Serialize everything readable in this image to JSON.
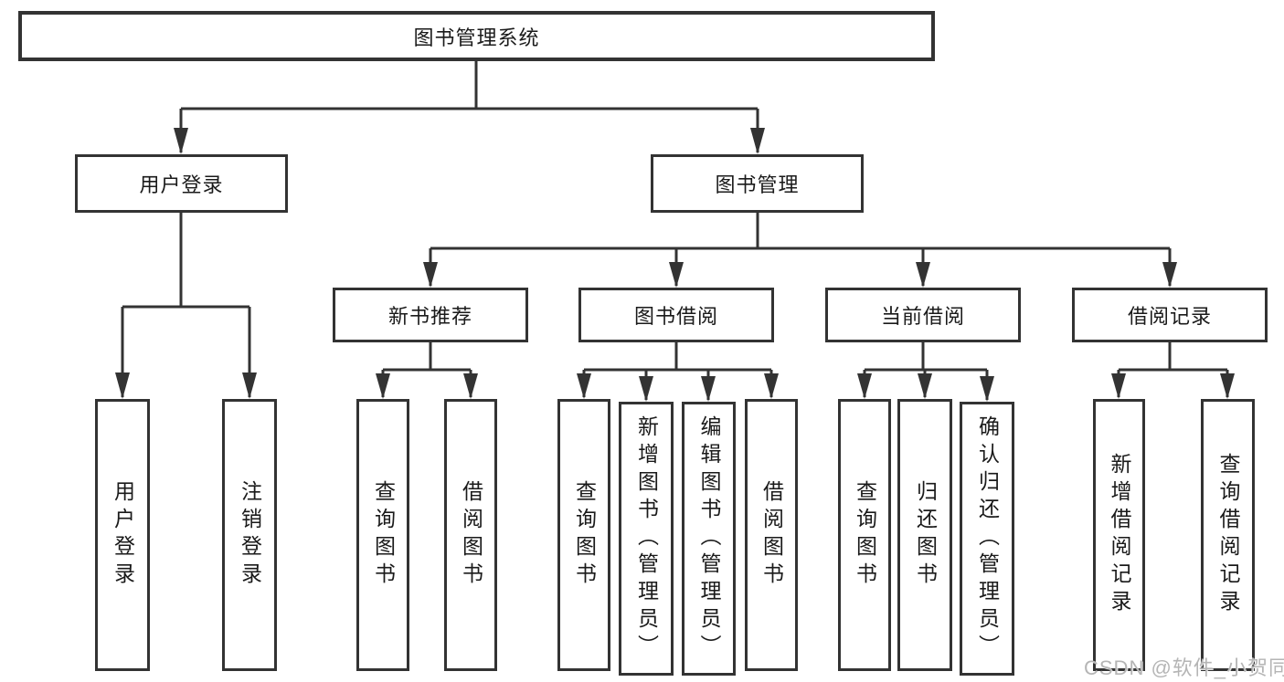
{
  "diagram": {
    "type": "functional-decomposition-tree",
    "watermark": "CSDN @软件_小贺同学",
    "colors": {
      "background": "#ffffff",
      "line": "#333333",
      "box_border": "#333333",
      "box_fill": "#ffffff",
      "text": "#1a1a1a",
      "watermark_text": "#b5b5b5"
    },
    "tree": {
      "root": {
        "label": "图书管理系统",
        "children": [
          {
            "label": "用户登录",
            "children": [
              {
                "label": "用户登录"
              },
              {
                "label": "注销登录"
              }
            ]
          },
          {
            "label": "图书管理",
            "children": [
              {
                "label": "新书推荐",
                "children": [
                  {
                    "label": "查询图书"
                  },
                  {
                    "label": "借阅图书"
                  }
                ]
              },
              {
                "label": "图书借阅",
                "children": [
                  {
                    "label": "查询图书"
                  },
                  {
                    "label": "新增图书（管理员）"
                  },
                  {
                    "label": "编辑图书（管理员）"
                  },
                  {
                    "label": "借阅图书"
                  }
                ]
              },
              {
                "label": "当前借阅",
                "children": [
                  {
                    "label": "查询图书"
                  },
                  {
                    "label": "归还图书"
                  },
                  {
                    "label": "确认归还（管理员）"
                  }
                ]
              },
              {
                "label": "借阅记录",
                "children": [
                  {
                    "label": "新增借阅记录"
                  },
                  {
                    "label": "查询借阅记录"
                  }
                ]
              }
            ]
          }
        ]
      }
    }
  }
}
